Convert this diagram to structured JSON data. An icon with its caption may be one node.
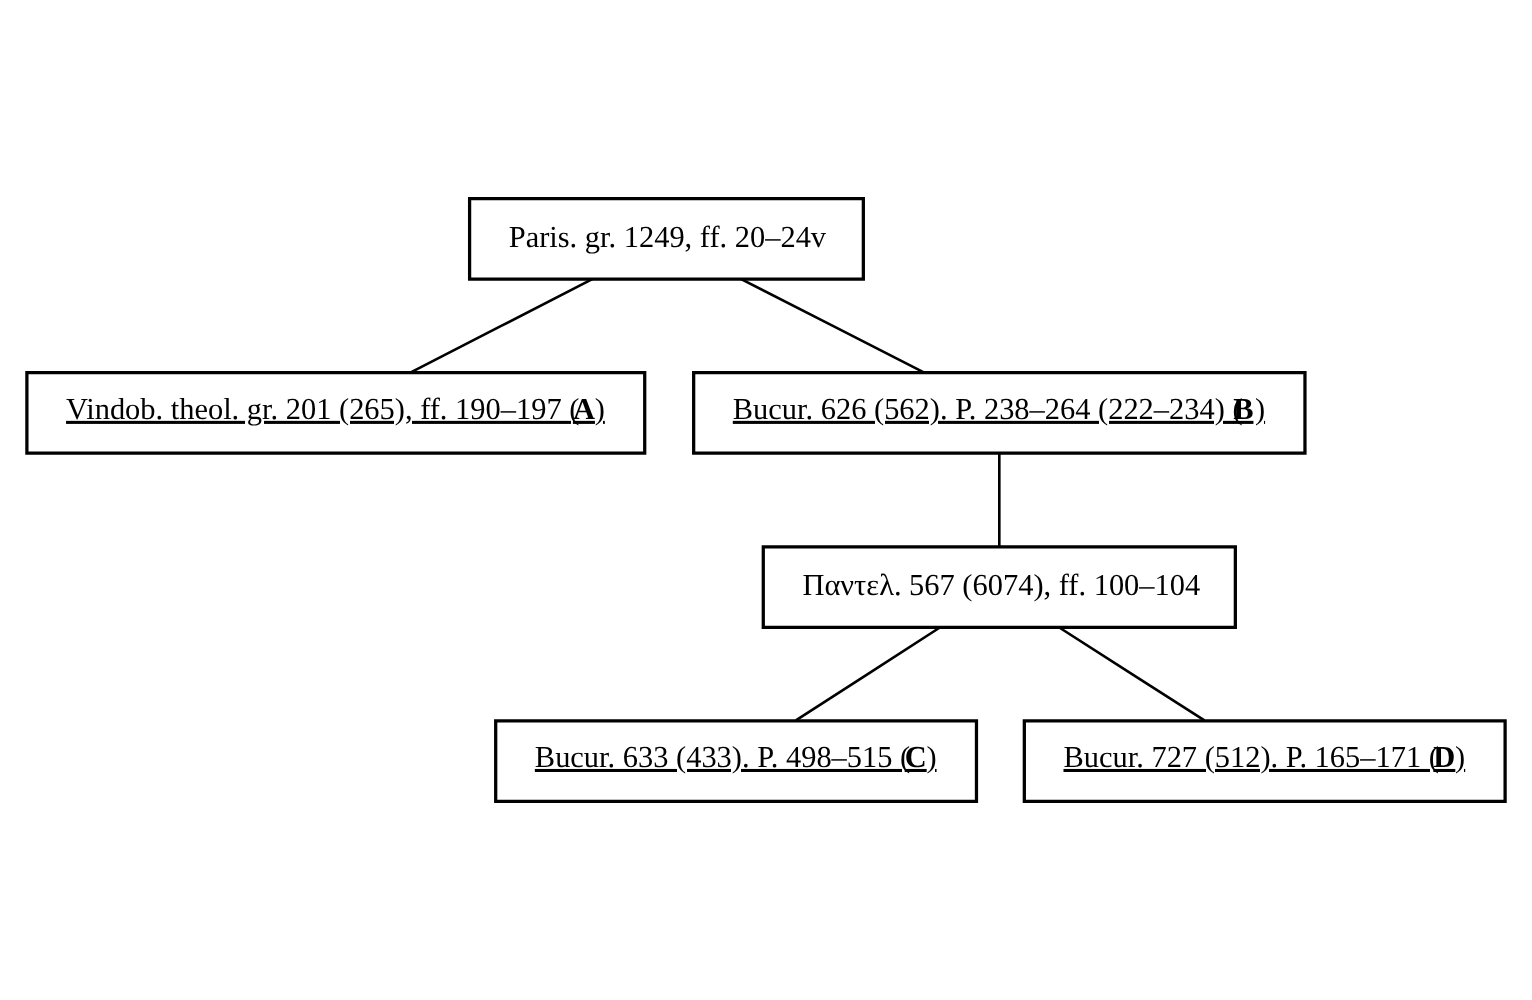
{
  "diagram": {
    "nodes": [
      {
        "text": [
          "Paris. gr. 1249, ff. 20–24v"
        ]
      },
      {
        "text": [
          "Vindob. theol. gr. 201 (265), ff. 190–197 (**A**)"
        ]
      },
      {
        "text": [
          "Bucur. 626 (562). P. 238–264 (222–234) (**B**)"
        ]
      },
      {
        "text": [
          "Παντελ. 567 (6074), ff. 100–104"
        ]
      },
      {
        "text": [
          "Bucur. 633 (433). P. 498–515 (**C**)"
        ]
      },
      {
        "text": [
          "Bucur. 727 (512). P. 165–171 (**D**)"
        ]
      }
    ],
    "edges": [
      {
        "from": 0,
        "to": 1,
        "arrow": "none"
      },
      {
        "from": 0,
        "to": 2,
        "arrow": "none"
      },
      {
        "from": 2,
        "to": 3,
        "arrow": "none"
      },
      {
        "from": 3,
        "to": 4,
        "arrow": "none"
      },
      {
        "from": 3,
        "to": 5,
        "arrow": "none"
      }
    ]
  }
}
